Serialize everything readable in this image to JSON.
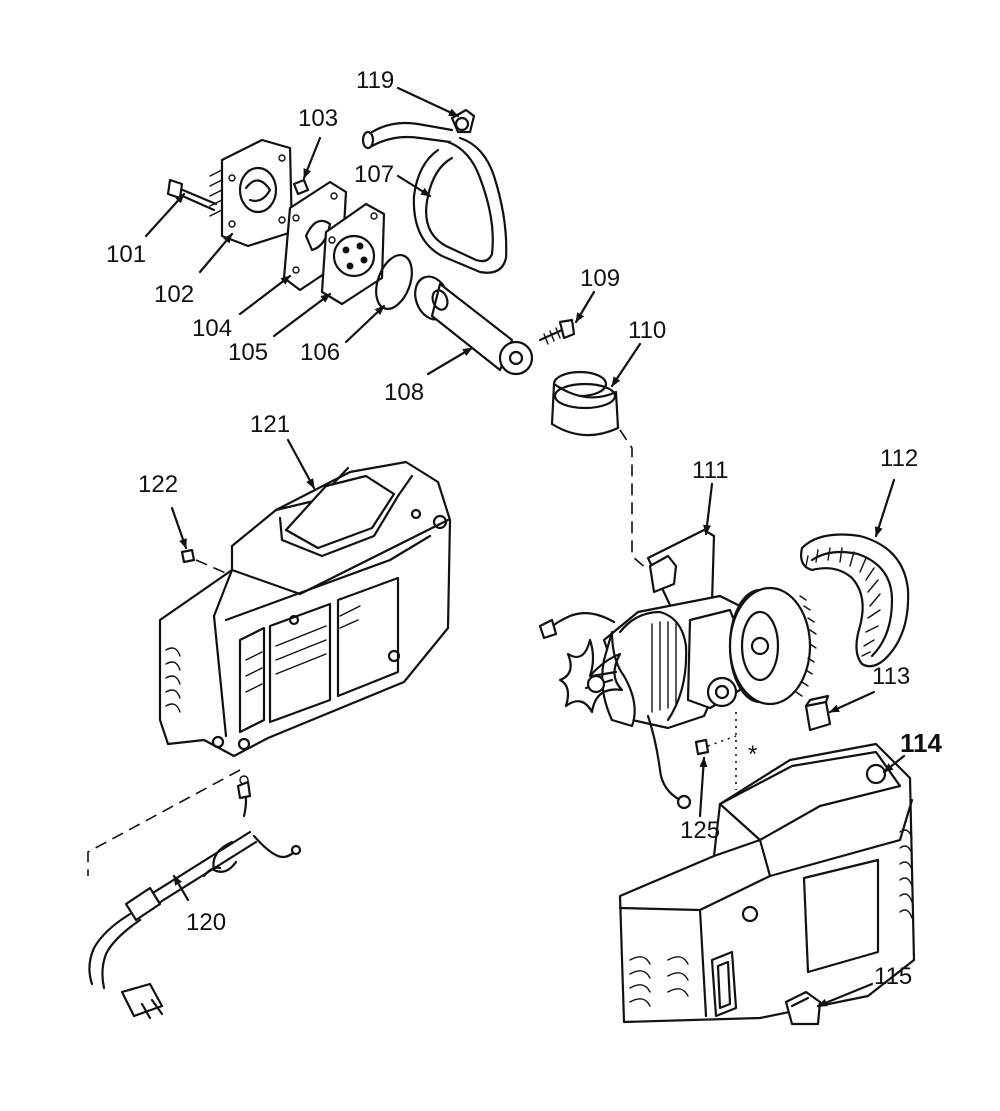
{
  "labels": {
    "p101": "101",
    "p102": "102",
    "p103": "103",
    "p104": "104",
    "p105": "105",
    "p106": "106",
    "p107": "107",
    "p108": "108",
    "p109": "109",
    "p110": "110",
    "p111": "111",
    "p112": "112",
    "p113": "113",
    "p114": "114",
    "p115": "115",
    "p119": "119",
    "p120": "120",
    "p121": "121",
    "p122": "122",
    "p125": "125"
  },
  "note_mark": "*"
}
